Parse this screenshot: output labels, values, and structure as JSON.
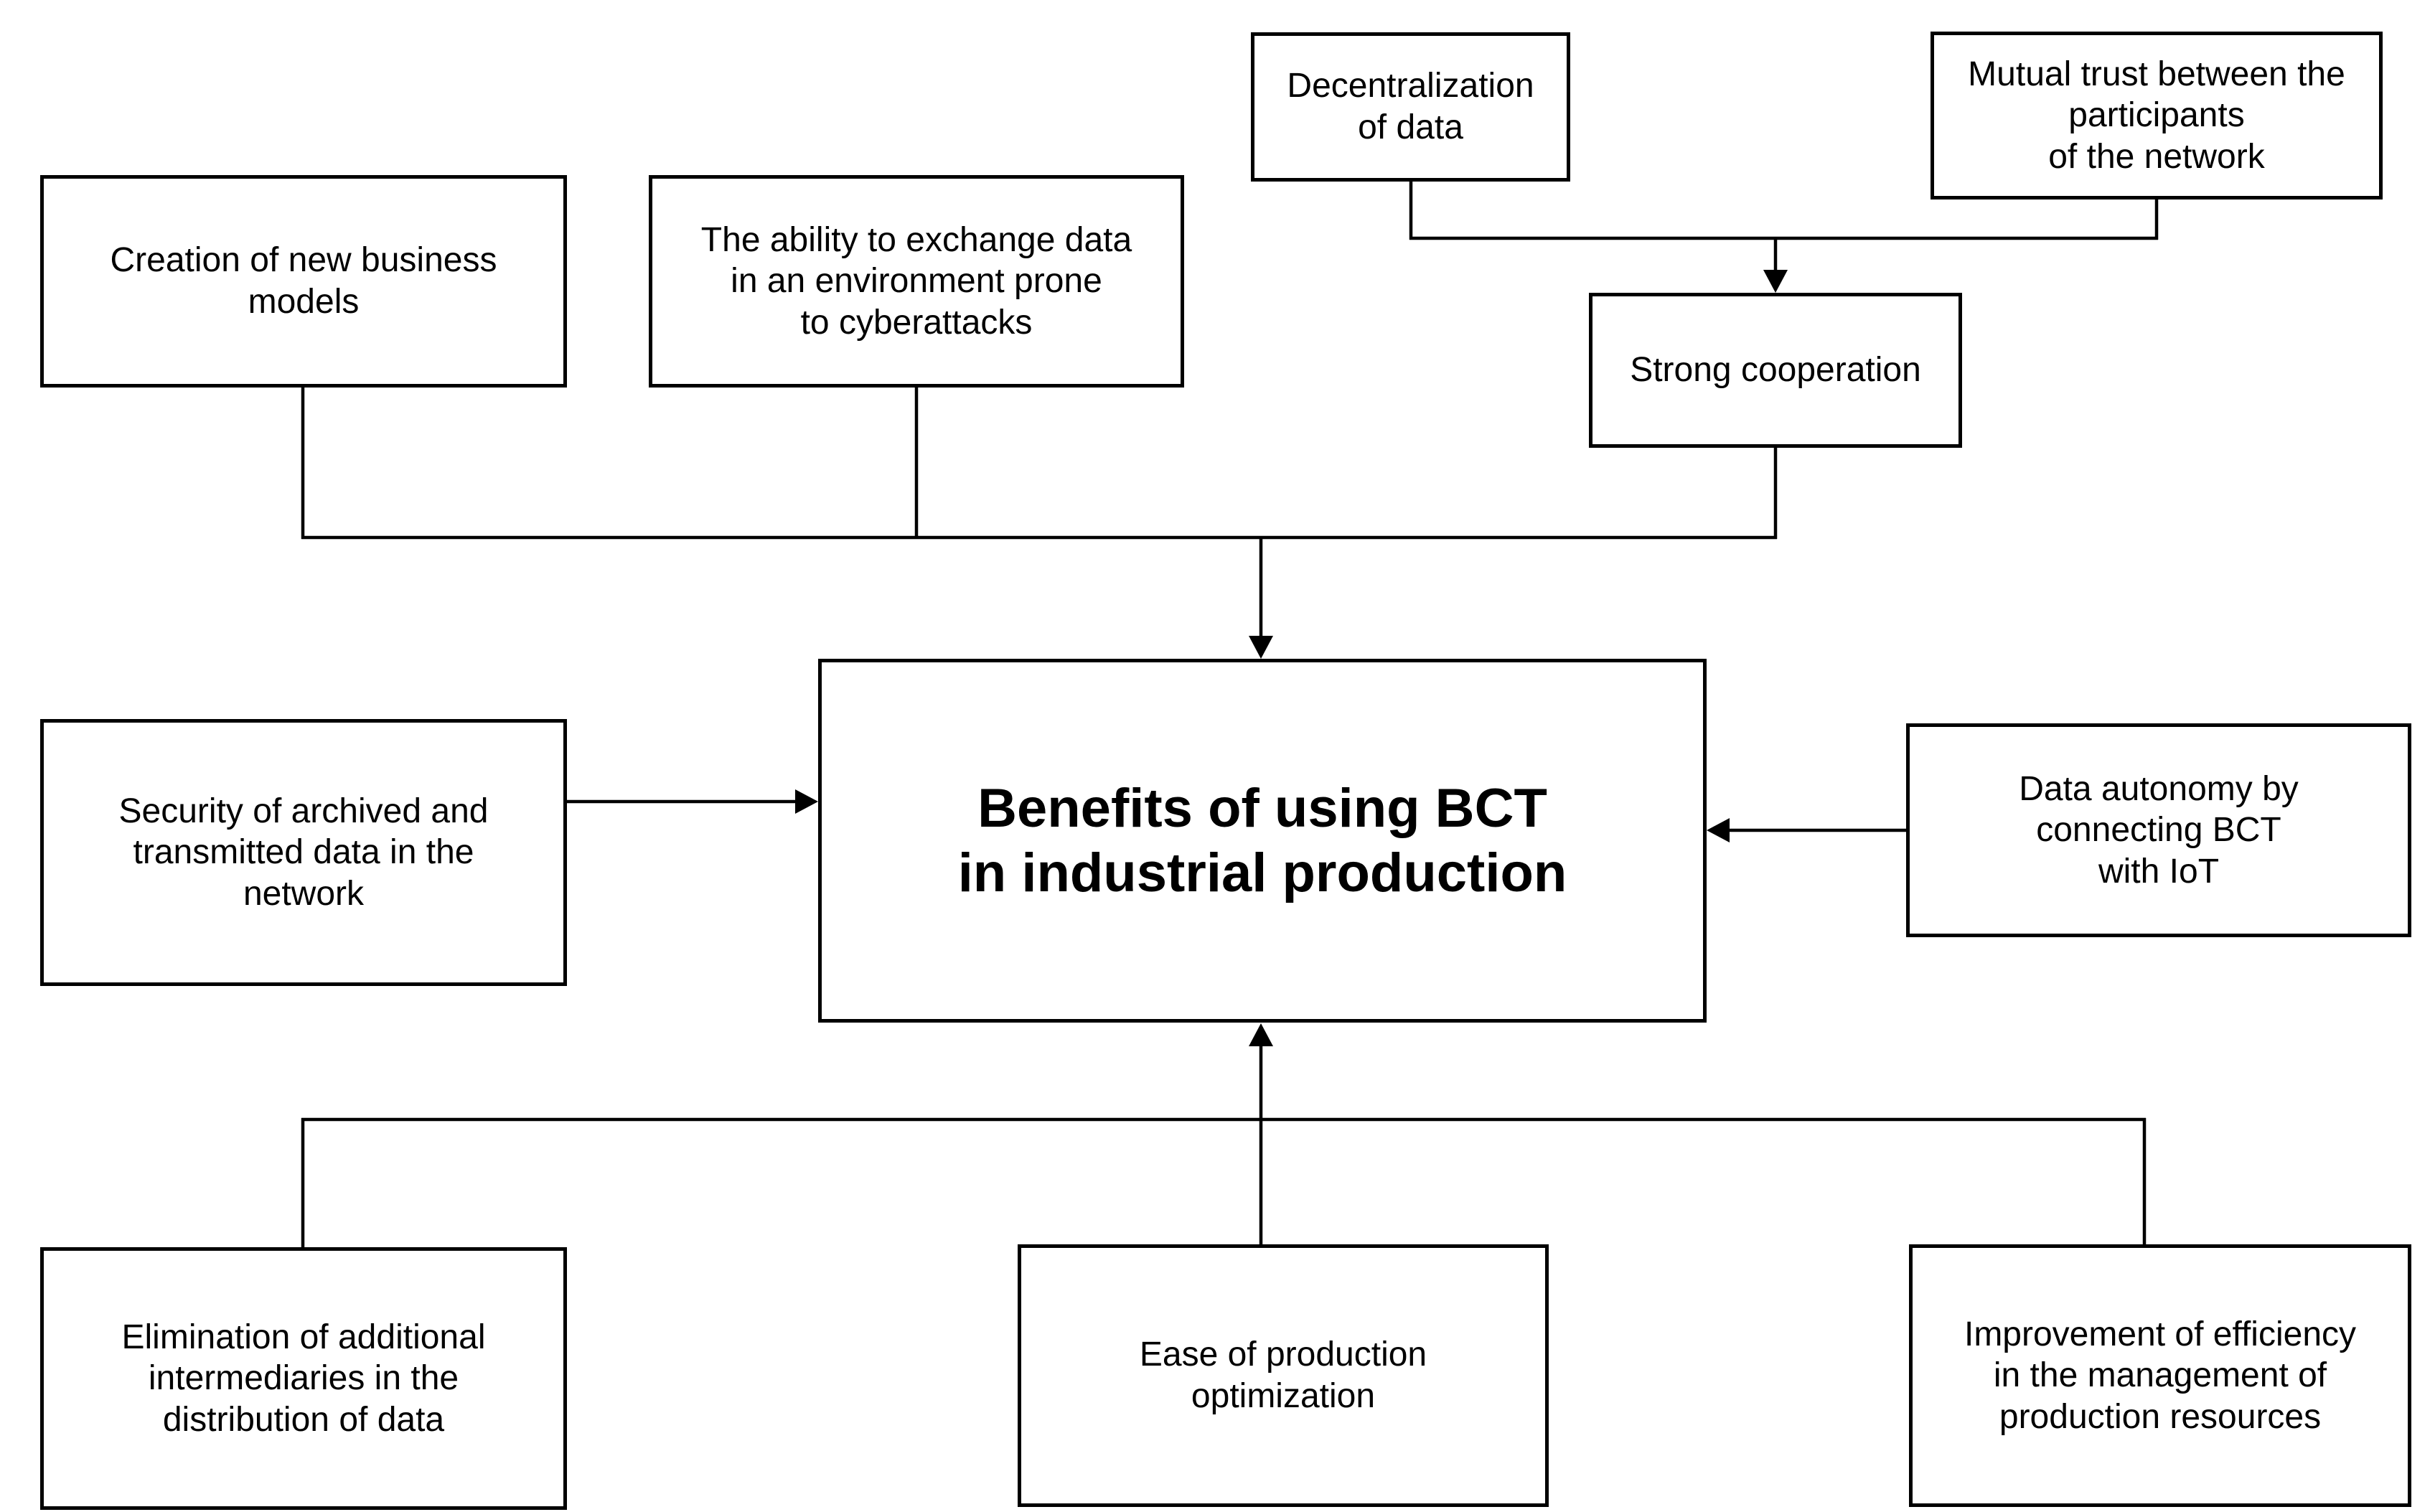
{
  "diagram": {
    "title": "Benefits of using BCT in industrial production",
    "colors": {
      "background": "#ffffff",
      "box_fill": "#ffffff",
      "line": "#000000",
      "text": "#000000"
    },
    "center_node": {
      "id": "benefits",
      "label": "Benefits of using BCT\nin industrial production"
    },
    "nodes": {
      "creation": {
        "label": "Creation of new business\nmodels"
      },
      "ability": {
        "label": "The ability to exchange data\nin an environment prone\nto cyberattacks"
      },
      "decentralization": {
        "label": "Decentralization\nof data"
      },
      "mutual_trust": {
        "label": "Mutual trust between the\nparticipants\nof the network"
      },
      "strong_cooperation": {
        "label": "Strong cooperation"
      },
      "security": {
        "label": "Security of archived and\ntransmitted data in the\nnetwork"
      },
      "data_autonomy": {
        "label": "Data autonomy by\nconnecting BCT\nwith IoT"
      },
      "elimination": {
        "label": "Elimination of additional\nintermediaries in the\ndistribution of data"
      },
      "ease": {
        "label": "Ease of production\noptimization"
      },
      "improvement": {
        "label": "Improvement of efficiency\nin the management of\nproduction resources"
      }
    },
    "edges": [
      {
        "from": "creation",
        "to": "benefits",
        "style": "elbow-arrow-down"
      },
      {
        "from": "ability",
        "to": "benefits",
        "style": "elbow-arrow-down"
      },
      {
        "from": "decentralization",
        "to": "strong_cooperation",
        "style": "elbow-arrow-down"
      },
      {
        "from": "mutual_trust",
        "to": "strong_cooperation",
        "style": "elbow-arrow-down"
      },
      {
        "from": "strong_cooperation",
        "to": "benefits",
        "style": "elbow-arrow-down"
      },
      {
        "from": "security",
        "to": "benefits",
        "style": "straight-arrow-right"
      },
      {
        "from": "data_autonomy",
        "to": "benefits",
        "style": "straight-arrow-left"
      },
      {
        "from": "elimination",
        "to": "benefits",
        "style": "elbow-arrow-up"
      },
      {
        "from": "ease",
        "to": "benefits",
        "style": "elbow-arrow-up"
      },
      {
        "from": "improvement",
        "to": "benefits",
        "style": "elbow-arrow-up"
      }
    ]
  }
}
